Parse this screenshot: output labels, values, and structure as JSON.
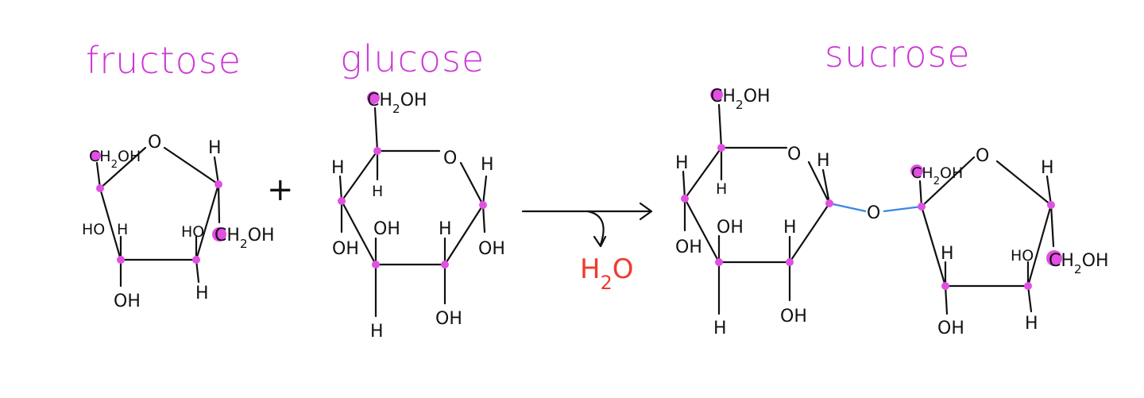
{
  "titles": {
    "fructose": "fructose",
    "glucose": "glucose",
    "sucrose": "sucrose"
  },
  "plus": "+",
  "byproduct": "H2O",
  "labels": {
    "ring_o": "O",
    "h": "H",
    "oh": "OH",
    "ho": "HO",
    "ch2oh": "CH2OH"
  },
  "colors": {
    "title": "#cc3ad6",
    "carbon_dot": "#e14fe3",
    "water": "#ef3b2d",
    "glycosidic_bond": "#3a86e8",
    "bond": "#111111"
  }
}
